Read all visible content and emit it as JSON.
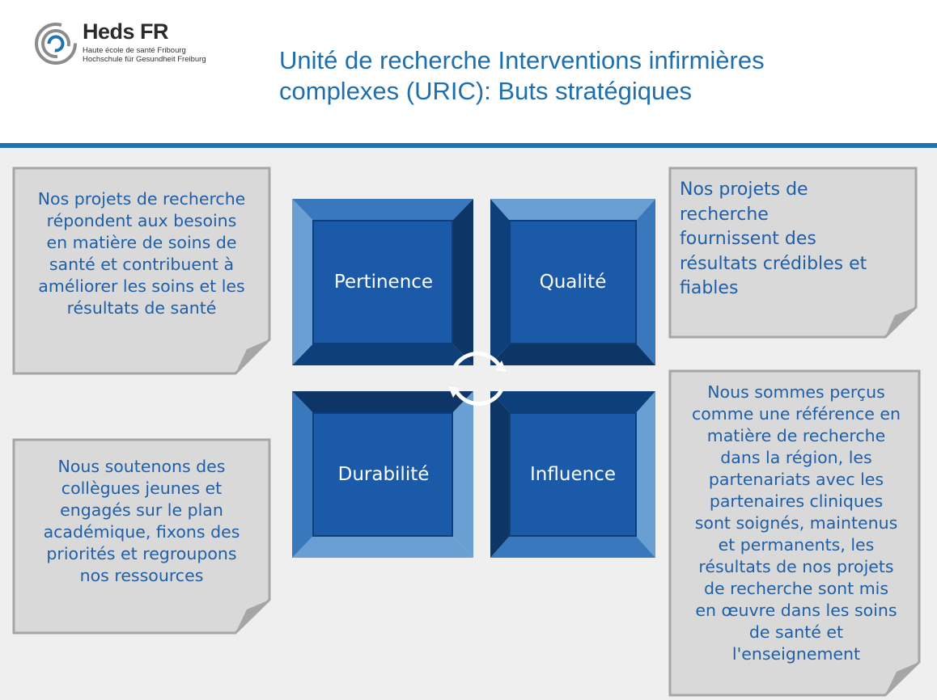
{
  "logo": {
    "name": "Heds FR",
    "sub_line1": "Haute école de santé Fribourg",
    "sub_line2": "Hochschule für Gesundheit Freiburg",
    "mark_icon": "concentric-circles-logo-icon"
  },
  "title": {
    "line1": "Unité de recherche Interventions infirmières",
    "line2": "complexes (URIC): Buts stratégiques"
  },
  "quadrants": {
    "top_left": "Pertinence",
    "top_right": "Qualité",
    "bottom_left": "Durabilité",
    "bottom_right": "Influence"
  },
  "notes": {
    "top_left": [
      "Nos projets de recherche",
      "répondent aux besoins",
      "en matière de soins de",
      "santé et contribuent à",
      "améliorer les soins et les",
      "résultats de santé"
    ],
    "top_right": [
      "Nos projets de",
      "recherche",
      "fournissent des",
      "résultats crédibles et",
      "fiables"
    ],
    "bottom_left": [
      "Nous soutenons des",
      "collègues jeunes et",
      "engagés sur le plan",
      "académique, fixons des",
      "priorités et regroupons",
      "nos ressources"
    ],
    "bottom_right": [
      "Nous sommes perçus",
      "comme une référence en",
      "matière de recherche",
      "dans la région, les",
      "partenariats avec les",
      "partenaires cliniques",
      "sont soignés, maintenus",
      "et permanents, les",
      "résultats de nos projets",
      "de recherche sont mis",
      "en œuvre dans les soins",
      "de santé et",
      "l'enseignement"
    ]
  },
  "colors": {
    "accent": "#1f73b3",
    "title": "#1f6fae",
    "note_text": "#1f5fa8",
    "note_fill": "#d9d9d9",
    "quad_face": "#1a5aa8"
  }
}
